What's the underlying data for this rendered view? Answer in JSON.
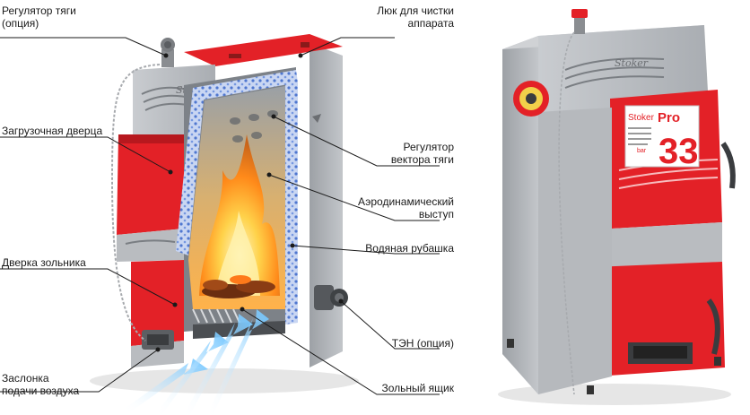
{
  "labels": {
    "draft_regulator": {
      "line1": "Регулятор тяги",
      "line2": "(опция)"
    },
    "cleaning_hatch": {
      "line1": "Люк для чистки",
      "line2": "аппарата"
    },
    "loading_door": "Загрузочная дверца",
    "draft_vector_regulator": {
      "line1": "Регулятор",
      "line2": "вектора тяги"
    },
    "aerodynamic_ledge": {
      "line1": "Аэродинамический",
      "line2": "выступ"
    },
    "water_jacket": "Водяная рубашка",
    "ash_door": "Дверка зольника",
    "heater": "ТЭН (опция)",
    "air_damper": {
      "line1": "Заслонка",
      "line2": "подачи воздуха"
    },
    "ash_box": "Зольный ящик"
  },
  "boiler": {
    "brand_logo": "Stoker",
    "model_badge": "Pro",
    "model_number": "33",
    "badge_unit": "bar"
  },
  "colors": {
    "body_red": "#e32127",
    "body_grey": "#b9bcc0",
    "dark_grey": "#6e7175",
    "water_blue": "#6a8fd6",
    "fire": "#ff9a1f",
    "air_arrow": "#8fd0ff"
  }
}
